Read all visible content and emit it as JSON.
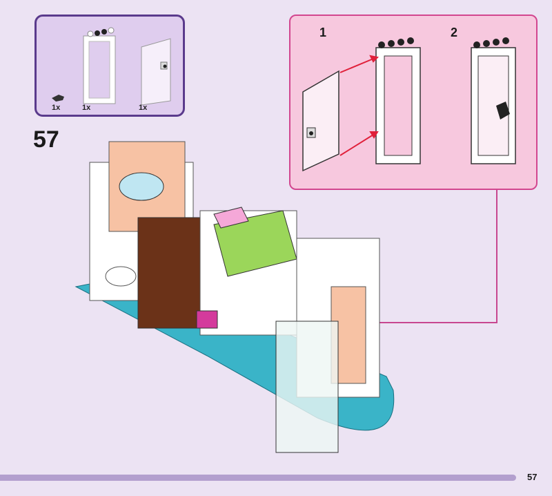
{
  "parts_list": {
    "items": [
      {
        "name": "tile-quarter-round",
        "qty": "1x"
      },
      {
        "name": "door-frame",
        "qty": "1x"
      },
      {
        "name": "door",
        "qty": "1x"
      }
    ]
  },
  "step_number": "57",
  "callout": {
    "substeps": [
      "1",
      "2"
    ]
  },
  "page_number": "57",
  "colors": {
    "background": "#ece3f3",
    "parts_border": "#5a3a8c",
    "callout_fill": "#f7c8de",
    "callout_border": "#d2468f",
    "arrow": "#e0203a"
  }
}
